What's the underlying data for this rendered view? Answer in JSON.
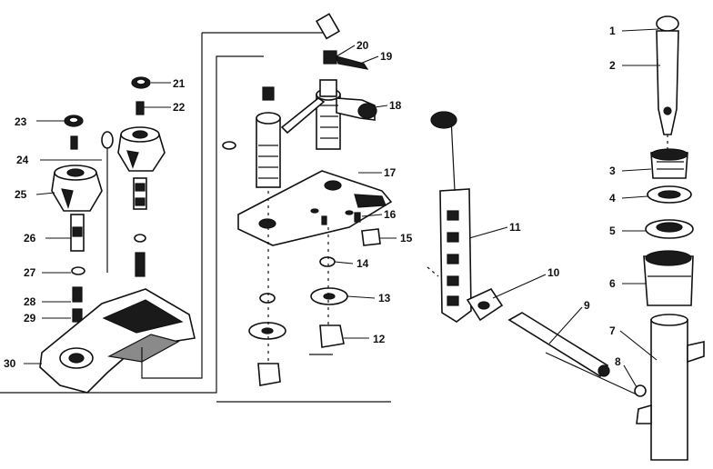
{
  "callouts": [
    {
      "id": 1,
      "label": "1"
    },
    {
      "id": 2,
      "label": "2"
    },
    {
      "id": 3,
      "label": "3"
    },
    {
      "id": 4,
      "label": "4"
    },
    {
      "id": 5,
      "label": "5"
    },
    {
      "id": 6,
      "label": "6"
    },
    {
      "id": 7,
      "label": "7"
    },
    {
      "id": 8,
      "label": "8"
    },
    {
      "id": 9,
      "label": "9"
    },
    {
      "id": 10,
      "label": "10"
    },
    {
      "id": 11,
      "label": "11"
    },
    {
      "id": 12,
      "label": "12"
    },
    {
      "id": 13,
      "label": "13"
    },
    {
      "id": 14,
      "label": "14"
    },
    {
      "id": 15,
      "label": "15"
    },
    {
      "id": 16,
      "label": "16"
    },
    {
      "id": 17,
      "label": "17"
    },
    {
      "id": 18,
      "label": "18"
    },
    {
      "id": 19,
      "label": "19"
    },
    {
      "id": 20,
      "label": "20"
    },
    {
      "id": 21,
      "label": "21"
    },
    {
      "id": 22,
      "label": "22"
    },
    {
      "id": 23,
      "label": "23"
    },
    {
      "id": 24,
      "label": "24"
    },
    {
      "id": 25,
      "label": "25"
    },
    {
      "id": 26,
      "label": "26"
    },
    {
      "id": 27,
      "label": "27"
    },
    {
      "id": 28,
      "label": "28"
    },
    {
      "id": 29,
      "label": "29"
    },
    {
      "id": 30,
      "label": "30"
    }
  ]
}
